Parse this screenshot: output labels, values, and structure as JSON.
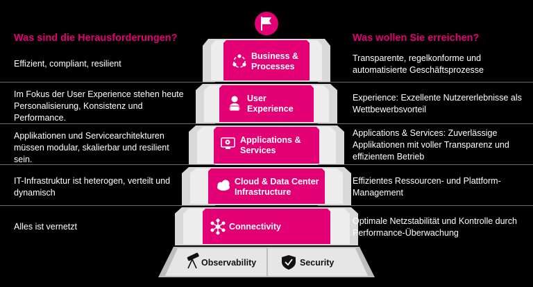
{
  "left_heading": "Was sind die Herausforderungen?",
  "right_heading": "Was wollen Sie erreichen?",
  "rows": [
    {
      "challenge": "Effizient, compliant, resilient",
      "step_line1": "Business &",
      "step_line2": "Processes",
      "step_icon": "process-cycle-icon",
      "goal": "Transparente, regelkonforme und automatisierte Geschäftsprozesse"
    },
    {
      "challenge": "Im Fokus der User Experience stehen heute Personalisierung, Konsistenz und Performance.",
      "step_line1": "User",
      "step_line2": "Experience",
      "step_icon": "user-laptop-icon",
      "goal": "Experience: Exzellente Nutzererlebnisse als Wettbewerbsvorteil"
    },
    {
      "challenge": "Applikationen und Servicearchitekturen müssen modular, skalierbar und resilient sein.",
      "step_line1": "Applications &",
      "step_line2": "Services",
      "step_icon": "app-monitor-icon",
      "goal": "Applications & Services: Zuverlässige Applikationen mit voller Transparenz und effizientem Betrieb"
    },
    {
      "challenge": "IT-Infrastruktur ist heterogen, verteilt und dynamisch",
      "step_line1": "Cloud & Data Center",
      "step_line2": "Infrastructure",
      "step_icon": "cloud-icon",
      "goal": "Effizientes Ressourcen- und Plattform-Management"
    },
    {
      "challenge": "Alles ist vernetzt",
      "step_line1": "Connectivity",
      "step_line2": "",
      "step_icon": "network-hub-icon",
      "goal": "Optimale Netzstabilität und Kontrolle durch Performance-Überwachung"
    }
  ],
  "base": {
    "observability": "Observability",
    "security": "Security"
  },
  "icons": {
    "top": "flag-icon",
    "observability": "telescope-icon",
    "security": "shield-check-icon"
  },
  "colors": {
    "magenta": "#e20074",
    "background": "#000000",
    "step_grey": "#e8e8e8"
  }
}
